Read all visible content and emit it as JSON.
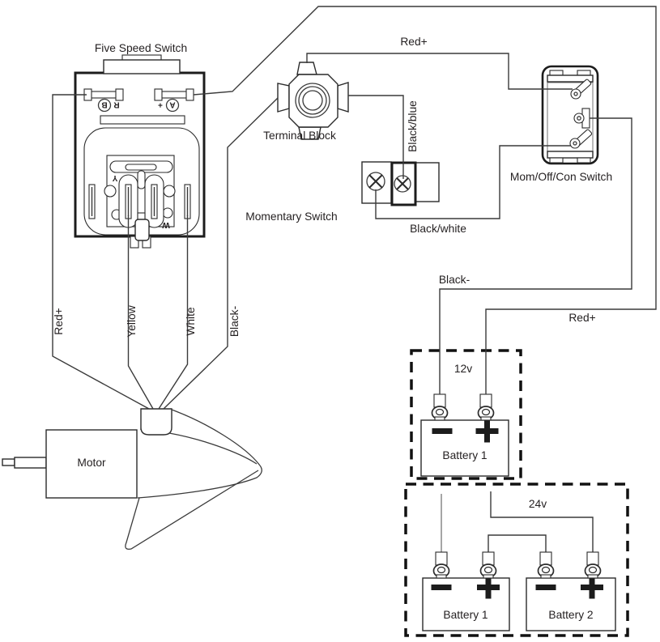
{
  "colors": {
    "line": "#3a3a3a",
    "text": "#231f20",
    "background": "#ffffff"
  },
  "components": {
    "five_speed_switch": {
      "label": "Five Speed Switch",
      "terminal_left_letter": "R",
      "terminal_left_circled": "B",
      "terminal_right_sign": "+",
      "terminal_right_circled": "A",
      "inner_top_letter": "Y",
      "inner_bottom_letter": "W"
    },
    "terminal_block": {
      "label": "Terminal Block"
    },
    "momentary_switch": {
      "label": "Momentary Switch"
    },
    "mom_off_con_switch": {
      "label": "Mom/Off/Con Switch"
    },
    "motor": {
      "label": "Motor"
    }
  },
  "wires": {
    "red_plus_top": "Red+",
    "black_blue": "Black/blue",
    "black_white": "Black/white",
    "black_minus_battery": "Black-",
    "red_plus_battery": "Red+",
    "motor_red": "Red+",
    "motor_yellow": "Yellow",
    "motor_white": "White",
    "motor_black": "Black-"
  },
  "batteries": {
    "twelve_volt": {
      "voltage": "12v",
      "battery1": "Battery 1",
      "minus": "−",
      "plus": "+"
    },
    "twenty_four_volt": {
      "voltage": "24v",
      "battery1": "Battery 1",
      "battery2": "Battery 2",
      "minus": "−",
      "plus": "+"
    }
  }
}
